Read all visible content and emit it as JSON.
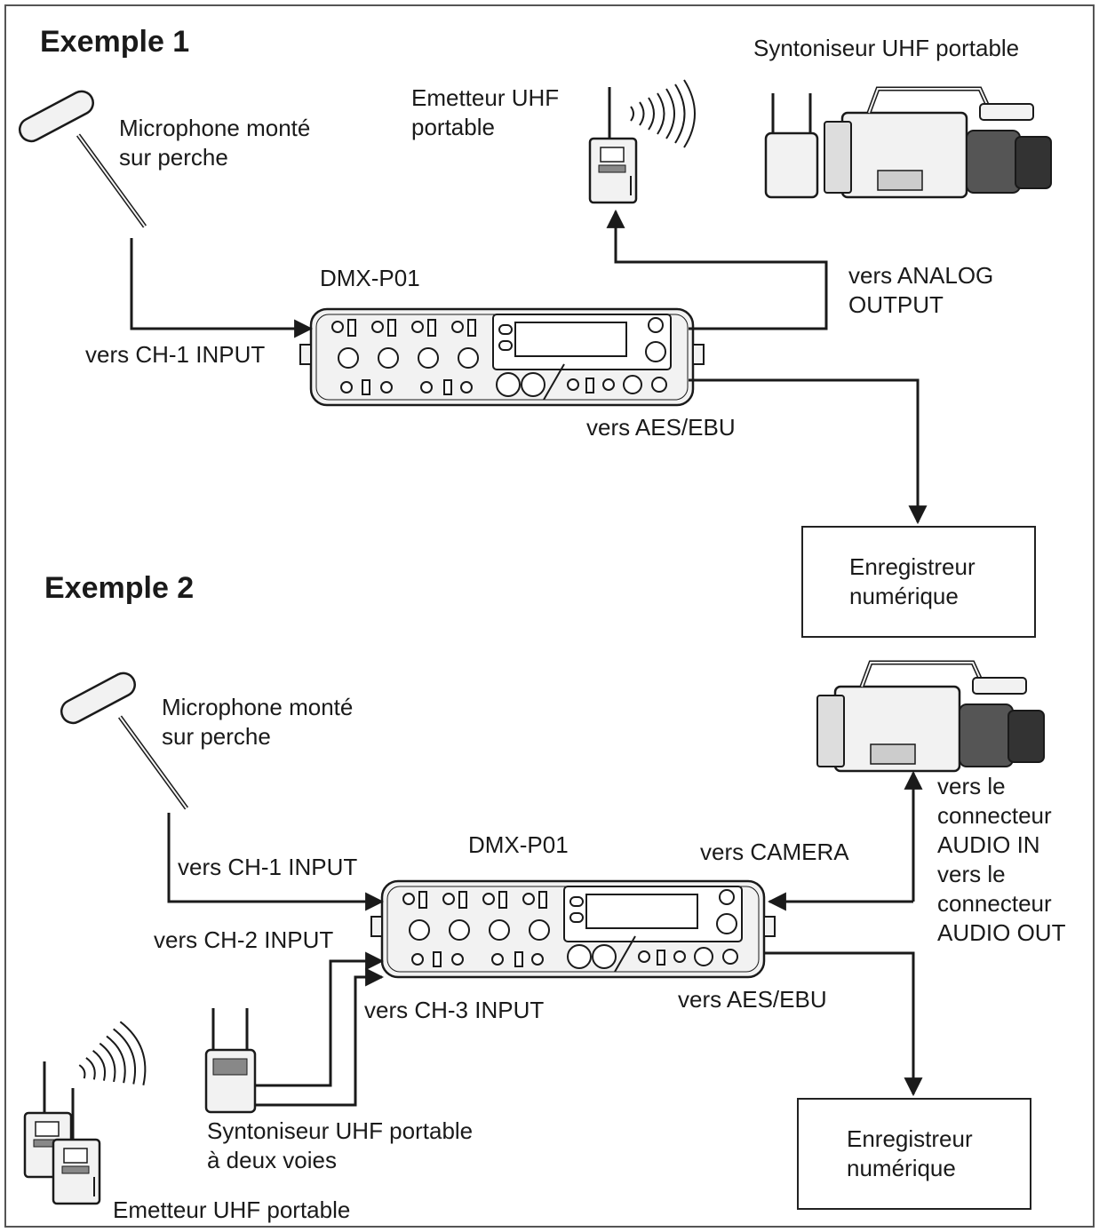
{
  "example1": {
    "title": "Exemple 1",
    "mic_label": "Microphone monté\nsur perche",
    "transmitter_label": "Emetteur UHF\nportable",
    "tuner_label": "Syntoniseur UHF portable",
    "mixer_label": "DMX-P01",
    "ch1_input_label": "vers CH-1 INPUT",
    "analog_output_label": "vers ANALOG\nOUTPUT",
    "aes_ebu_label": "vers AES/EBU",
    "recorder_label": "Enregistreur\nnumérique"
  },
  "example2": {
    "title": "Exemple 2",
    "mic_label": "Microphone monté\nsur perche",
    "mixer_label": "DMX-P01",
    "camera_label": "vers CAMERA",
    "audio_in_label": "vers le\nconnecteur\nAUDIO IN",
    "audio_out_label": "vers le\nconnecteur\nAUDIO OUT",
    "ch1_input_label": "vers CH-1 INPUT",
    "ch2_input_label": "vers CH-2 INPUT",
    "ch3_input_label": "vers CH-3 INPUT",
    "aes_ebu_label": "vers AES/EBU",
    "tuner_label": "Syntoniseur UHF portable\nà deux voies",
    "transmitter_label": "Emetteur UHF portable",
    "recorder_label": "Enregistreur\nnumérique"
  },
  "colors": {
    "line": "#1a1a1a",
    "device_fill": "#f2f2f2",
    "device_dark": "#444444",
    "border": "#555555"
  }
}
